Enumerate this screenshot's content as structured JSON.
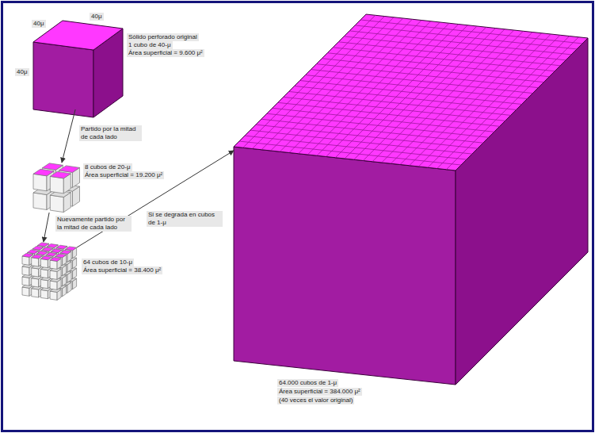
{
  "diagram": {
    "nodes": [
      {
        "text": [
          "Sólido perforado original",
          "1 cubo de 40-μ",
          "Área superficial = 9.600 μ²"
        ]
      },
      {
        "text": [
          "8 cubos de 20-μ",
          "Área superficial = 19.200 μ²"
        ]
      },
      {
        "text": [
          "64 cubos de 10-μ",
          "Área superficial = 38.400 μ²"
        ]
      },
      {
        "text": [
          "64.000 cubos de 1-μ",
          "Área superficial = 384.000 μ²",
          "(40 veces el valor original)"
        ]
      }
    ],
    "edges": [
      {
        "from": 0,
        "to": 1,
        "arrow": "to",
        "label": "Partido por la mitad de cada lado"
      },
      {
        "from": 1,
        "to": 2,
        "arrow": "to",
        "label": "Nuevamente partido por la mitad de cada lado"
      },
      {
        "from": 2,
        "to": 3,
        "arrow": "to",
        "label": "Si se degrada en cubos de 1-μ"
      }
    ],
    "labels": [
      "40μ",
      "40μ",
      "40μ"
    ]
  }
}
